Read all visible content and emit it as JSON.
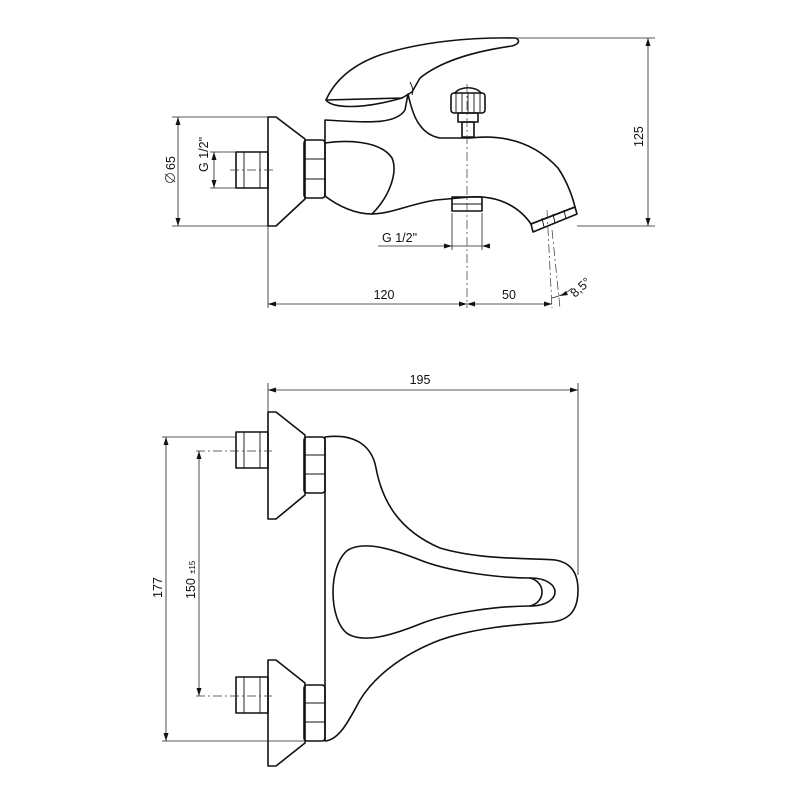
{
  "side_view": {
    "dims": {
      "thread_top": "G 1/2\"",
      "diameter": "65",
      "thread_bottom": "G 1/2\"",
      "length_a": "120",
      "length_b": "50",
      "angle": "8,5°",
      "height": "125"
    }
  },
  "top_view": {
    "dims": {
      "width": "195",
      "overall": "177",
      "spacing": "150",
      "spacing_tol": "±15"
    }
  }
}
